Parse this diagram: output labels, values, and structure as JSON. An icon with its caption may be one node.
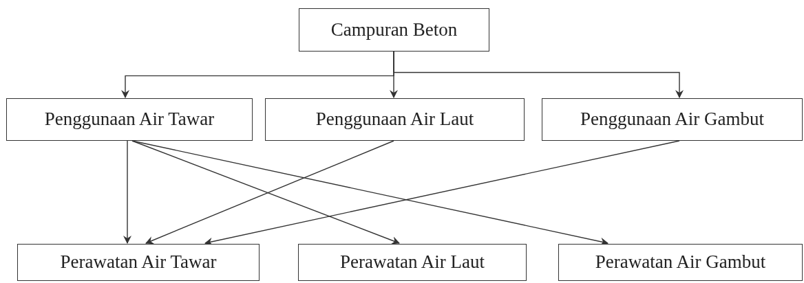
{
  "diagram": {
    "nodes": [
      {
        "text": [
          "Campuran Beton"
        ]
      },
      {
        "text": [
          "Penggunaan Air Tawar"
        ]
      },
      {
        "text": [
          "Penggunaan Air Laut"
        ]
      },
      {
        "text": [
          "Penggunaan Air Gambut"
        ]
      },
      {
        "text": [
          "Perawatan Air Tawar"
        ]
      },
      {
        "text": [
          "Perawatan Air Laut"
        ]
      },
      {
        "text": [
          "Perawatan Air Gambut"
        ]
      }
    ],
    "edges": [
      {
        "from": 0,
        "to": 1,
        "arrow": "to"
      },
      {
        "from": 0,
        "to": 2,
        "arrow": "to"
      },
      {
        "from": 0,
        "to": 3,
        "arrow": "to"
      },
      {
        "from": 1,
        "to": 4,
        "arrow": "to"
      },
      {
        "from": 1,
        "to": 5,
        "arrow": "to"
      },
      {
        "from": 1,
        "to": 6,
        "arrow": "to"
      },
      {
        "from": 2,
        "to": 4,
        "arrow": "to"
      },
      {
        "from": 3,
        "to": 4,
        "arrow": "to"
      }
    ]
  }
}
